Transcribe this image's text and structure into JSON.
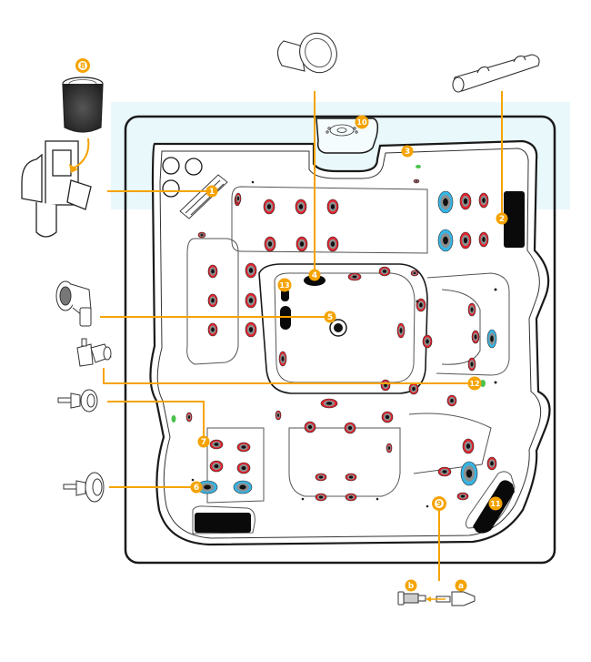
{
  "title": "Hot tub jet and component layout diagram",
  "colors": {
    "callout": "#f5a300",
    "callout_text": "#ffffff",
    "jet_red": "#e8202a",
    "jet_blue": "#35b6e6",
    "jet_gray": "#8c8f90",
    "jet_core": "#111111",
    "light_green": "#4cc24c",
    "top_tint": "#e9f8fb",
    "outline": "#1a1a1a"
  },
  "callouts": [
    {
      "id": "c1",
      "label": "1",
      "component": "filter-skimmer"
    },
    {
      "id": "c2",
      "label": "2",
      "component": "pillow-bar"
    },
    {
      "id": "c3",
      "label": "3",
      "component": "topside-control"
    },
    {
      "id": "c4",
      "label": "4",
      "component": "waterfall-jet"
    },
    {
      "id": "c5",
      "label": "5",
      "component": "suction-drain"
    },
    {
      "id": "c6",
      "label": "6",
      "component": "large-jet"
    },
    {
      "id": "c7",
      "label": "7",
      "component": "small-jet"
    },
    {
      "id": "c8",
      "label": "8",
      "component": "filter-cartridge"
    },
    {
      "id": "c9",
      "label": "9",
      "component": "led-light"
    },
    {
      "id": "c10",
      "label": "10",
      "component": "control-panel"
    },
    {
      "id": "c11",
      "label": "11",
      "component": "footrest-pad"
    },
    {
      "id": "c12",
      "label": "12",
      "component": "air-valve"
    },
    {
      "id": "c13",
      "label": "13",
      "component": "seat-pillow"
    },
    {
      "id": "ca",
      "label": "a",
      "component": "led-light-bulb"
    },
    {
      "id": "cb",
      "label": "b",
      "component": "led-light-housing"
    }
  ],
  "components": [
    {
      "id": "filter-cartridge",
      "callout": "8"
    },
    {
      "id": "skimmer",
      "callout": "1"
    },
    {
      "id": "pillow-bar",
      "callout": "2"
    },
    {
      "id": "waterfall-nozzle",
      "callout": "4"
    },
    {
      "id": "suction-fitting",
      "callout": "5"
    },
    {
      "id": "diverter-valve",
      "callout": "12"
    },
    {
      "id": "small-jet-fitting",
      "callout": "7"
    },
    {
      "id": "large-jet-fitting",
      "callout": "6"
    },
    {
      "id": "led-light-assembly",
      "callout": "9"
    }
  ]
}
